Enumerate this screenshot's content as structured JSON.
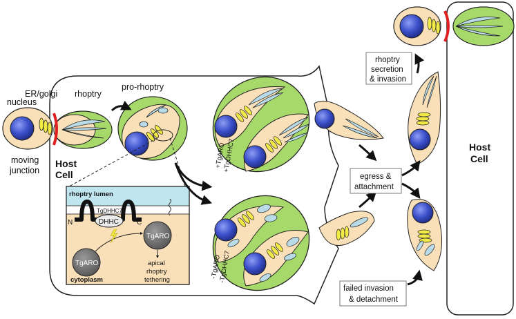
{
  "labels": {
    "nucleus": "nucleus",
    "er_golgi": "ER/golgi",
    "rhoptry": "rhoptry",
    "pro_rhoptry": "pro-rhoptry",
    "moving_junction_1": "moving",
    "moving_junction_2": "junction",
    "host_cell_left_1": "Host",
    "host_cell_left_2": "Cell",
    "host_cell_right_1": "Host",
    "host_cell_right_2": "Cell"
  },
  "inset": {
    "rhoptry_lumen": "rhoptry lumen",
    "tgdhhc7": "TgDHHC7",
    "dhhc": "DHHC",
    "n_term": "N",
    "c_term": "C",
    "tgaro_membrane": "TgARO",
    "tgaro_cytoplasm": "TgARO",
    "cytoplasm": "cytoplasm",
    "apical_1": "apical",
    "apical_2": "rhoptry",
    "apical_3": "tethering"
  },
  "vacuole_labels": {
    "upper_1": "+TgARO",
    "upper_2": "+TgDHHC7",
    "lower_1": "-TgARO",
    "lower_2": "-TgDHHC7"
  },
  "boxes": {
    "egress_1": "egress &",
    "egress_2": "attachment",
    "secretion_1": "rhoptry",
    "secretion_2": "secretion",
    "secretion_3": "& invasion",
    "failed_1": "failed invasion",
    "failed_2": "& detachment"
  },
  "colors": {
    "green": "#a6d96a",
    "tan": "#f9e0b8",
    "nucleus": "#3b4fc9",
    "rhoptry": "#b9dbe8",
    "golgi": "#f2ea47",
    "junction": "#e02020",
    "lumen": "#bfe6ef",
    "cyto": "#f9e0b8",
    "tgaro": "#7a7a7a"
  }
}
